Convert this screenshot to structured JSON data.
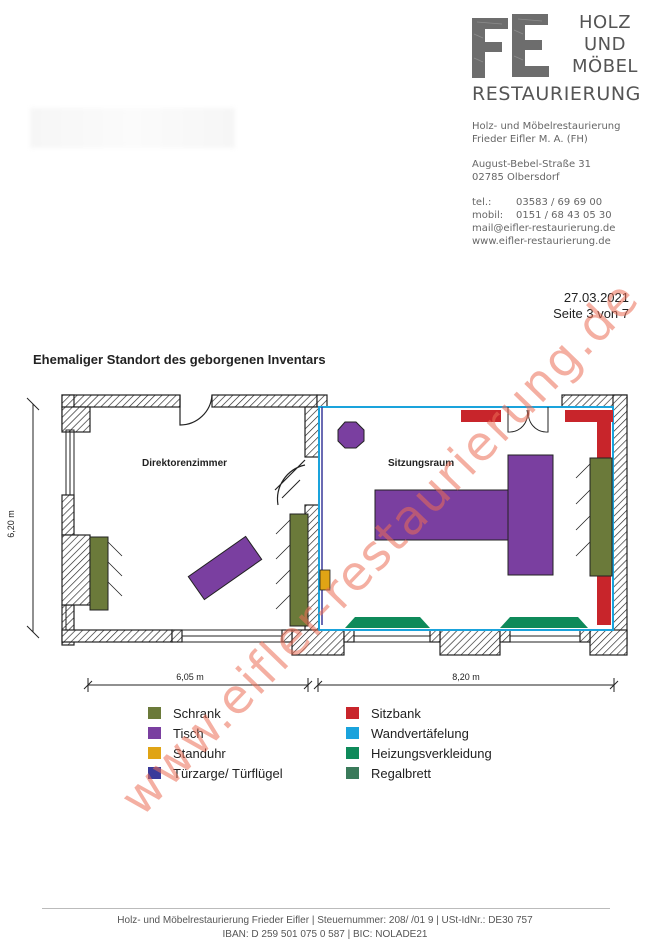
{
  "logo": {
    "mark": "FE",
    "lines": [
      "HOLZ",
      "UND",
      "MÖBEL"
    ],
    "tagline": "RESTAURIERUNG"
  },
  "contact": {
    "company_line1": "Holz- und Möbelrestaurierung",
    "company_line2": "Frieder Eifler M. A. (FH)",
    "street": "August-Bebel-Straße 31",
    "city": "02785 Olbersdorf",
    "tel_label": "tel.:",
    "tel_value": "03583 / 69 69 00",
    "mobil_label": "mobil:",
    "mobil_value": "0151 / 68 43 05 30",
    "mail": "mail@eifler-restaurierung.de",
    "web": "www.eifler-restaurierung.de"
  },
  "date": "27.03.2021",
  "page": "Seite 3 von 7",
  "section_title": "Ehemaliger Standort des geborgenen Inventars",
  "plan": {
    "room_left": "Direktorenzimmer",
    "room_right": "Sitzungsraum",
    "dim_height": "6,20 m",
    "dim_left": "6,05 m",
    "dim_right": "8,20 m"
  },
  "legend": [
    {
      "label": "Schrank",
      "color": "#6b7a3a"
    },
    {
      "label": "Tisch",
      "color": "#7a3fa0"
    },
    {
      "label": "Standuhr",
      "color": "#e0a415"
    },
    {
      "label": "Türzarge/ Türflügel",
      "color": "#3a3a9a"
    },
    {
      "label": "Sitzbank",
      "color": "#c8252b"
    },
    {
      "label": "Wandvertäfelung",
      "color": "#1aa3dc"
    },
    {
      "label": "Heizungsverkleidung",
      "color": "#0e8a5a"
    },
    {
      "label": "Regalbrett",
      "color": "#3a7a5a"
    }
  ],
  "footer": {
    "line1": "Holz- und Möbelrestaurierung Frieder Eifler | Steuernummer: 208/      /01   9 | USt-IdNr.: DE30        757",
    "line2": "IBAN: D        259 501          075 0      587 | BIC: NOLADE21"
  },
  "watermark": "www.eifler-restaurierung.de"
}
